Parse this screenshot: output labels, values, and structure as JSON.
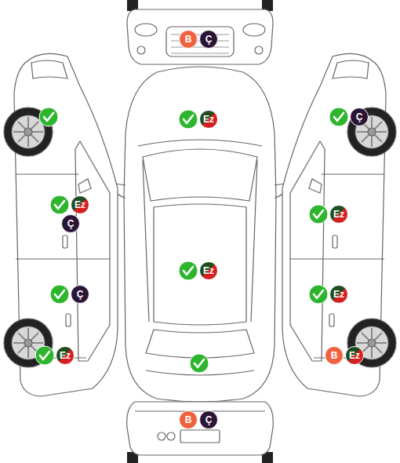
{
  "diagram": {
    "nodes": [
      {
        "text": [
          "B"
        ]
      },
      {
        "text": [
          "Ç"
        ]
      },
      {
        "text": [
          "Ez"
        ]
      },
      {
        "text": [
          "Ç"
        ]
      },
      {
        "text": [
          "Ez"
        ]
      },
      {
        "text": [
          "Ç"
        ]
      },
      {
        "text": [
          "Ez"
        ]
      },
      {
        "text": [
          "Ez"
        ]
      },
      {
        "text": [
          "Ç"
        ]
      },
      {
        "text": [
          "Ez"
        ]
      },
      {
        "text": [
          "Ez"
        ]
      },
      {
        "text": [
          "B"
        ]
      },
      {
        "text": [
          "Ez"
        ]
      },
      {
        "text": [
          "B"
        ]
      },
      {
        "text": [
          "Ç"
        ]
      }
    ]
  }
}
